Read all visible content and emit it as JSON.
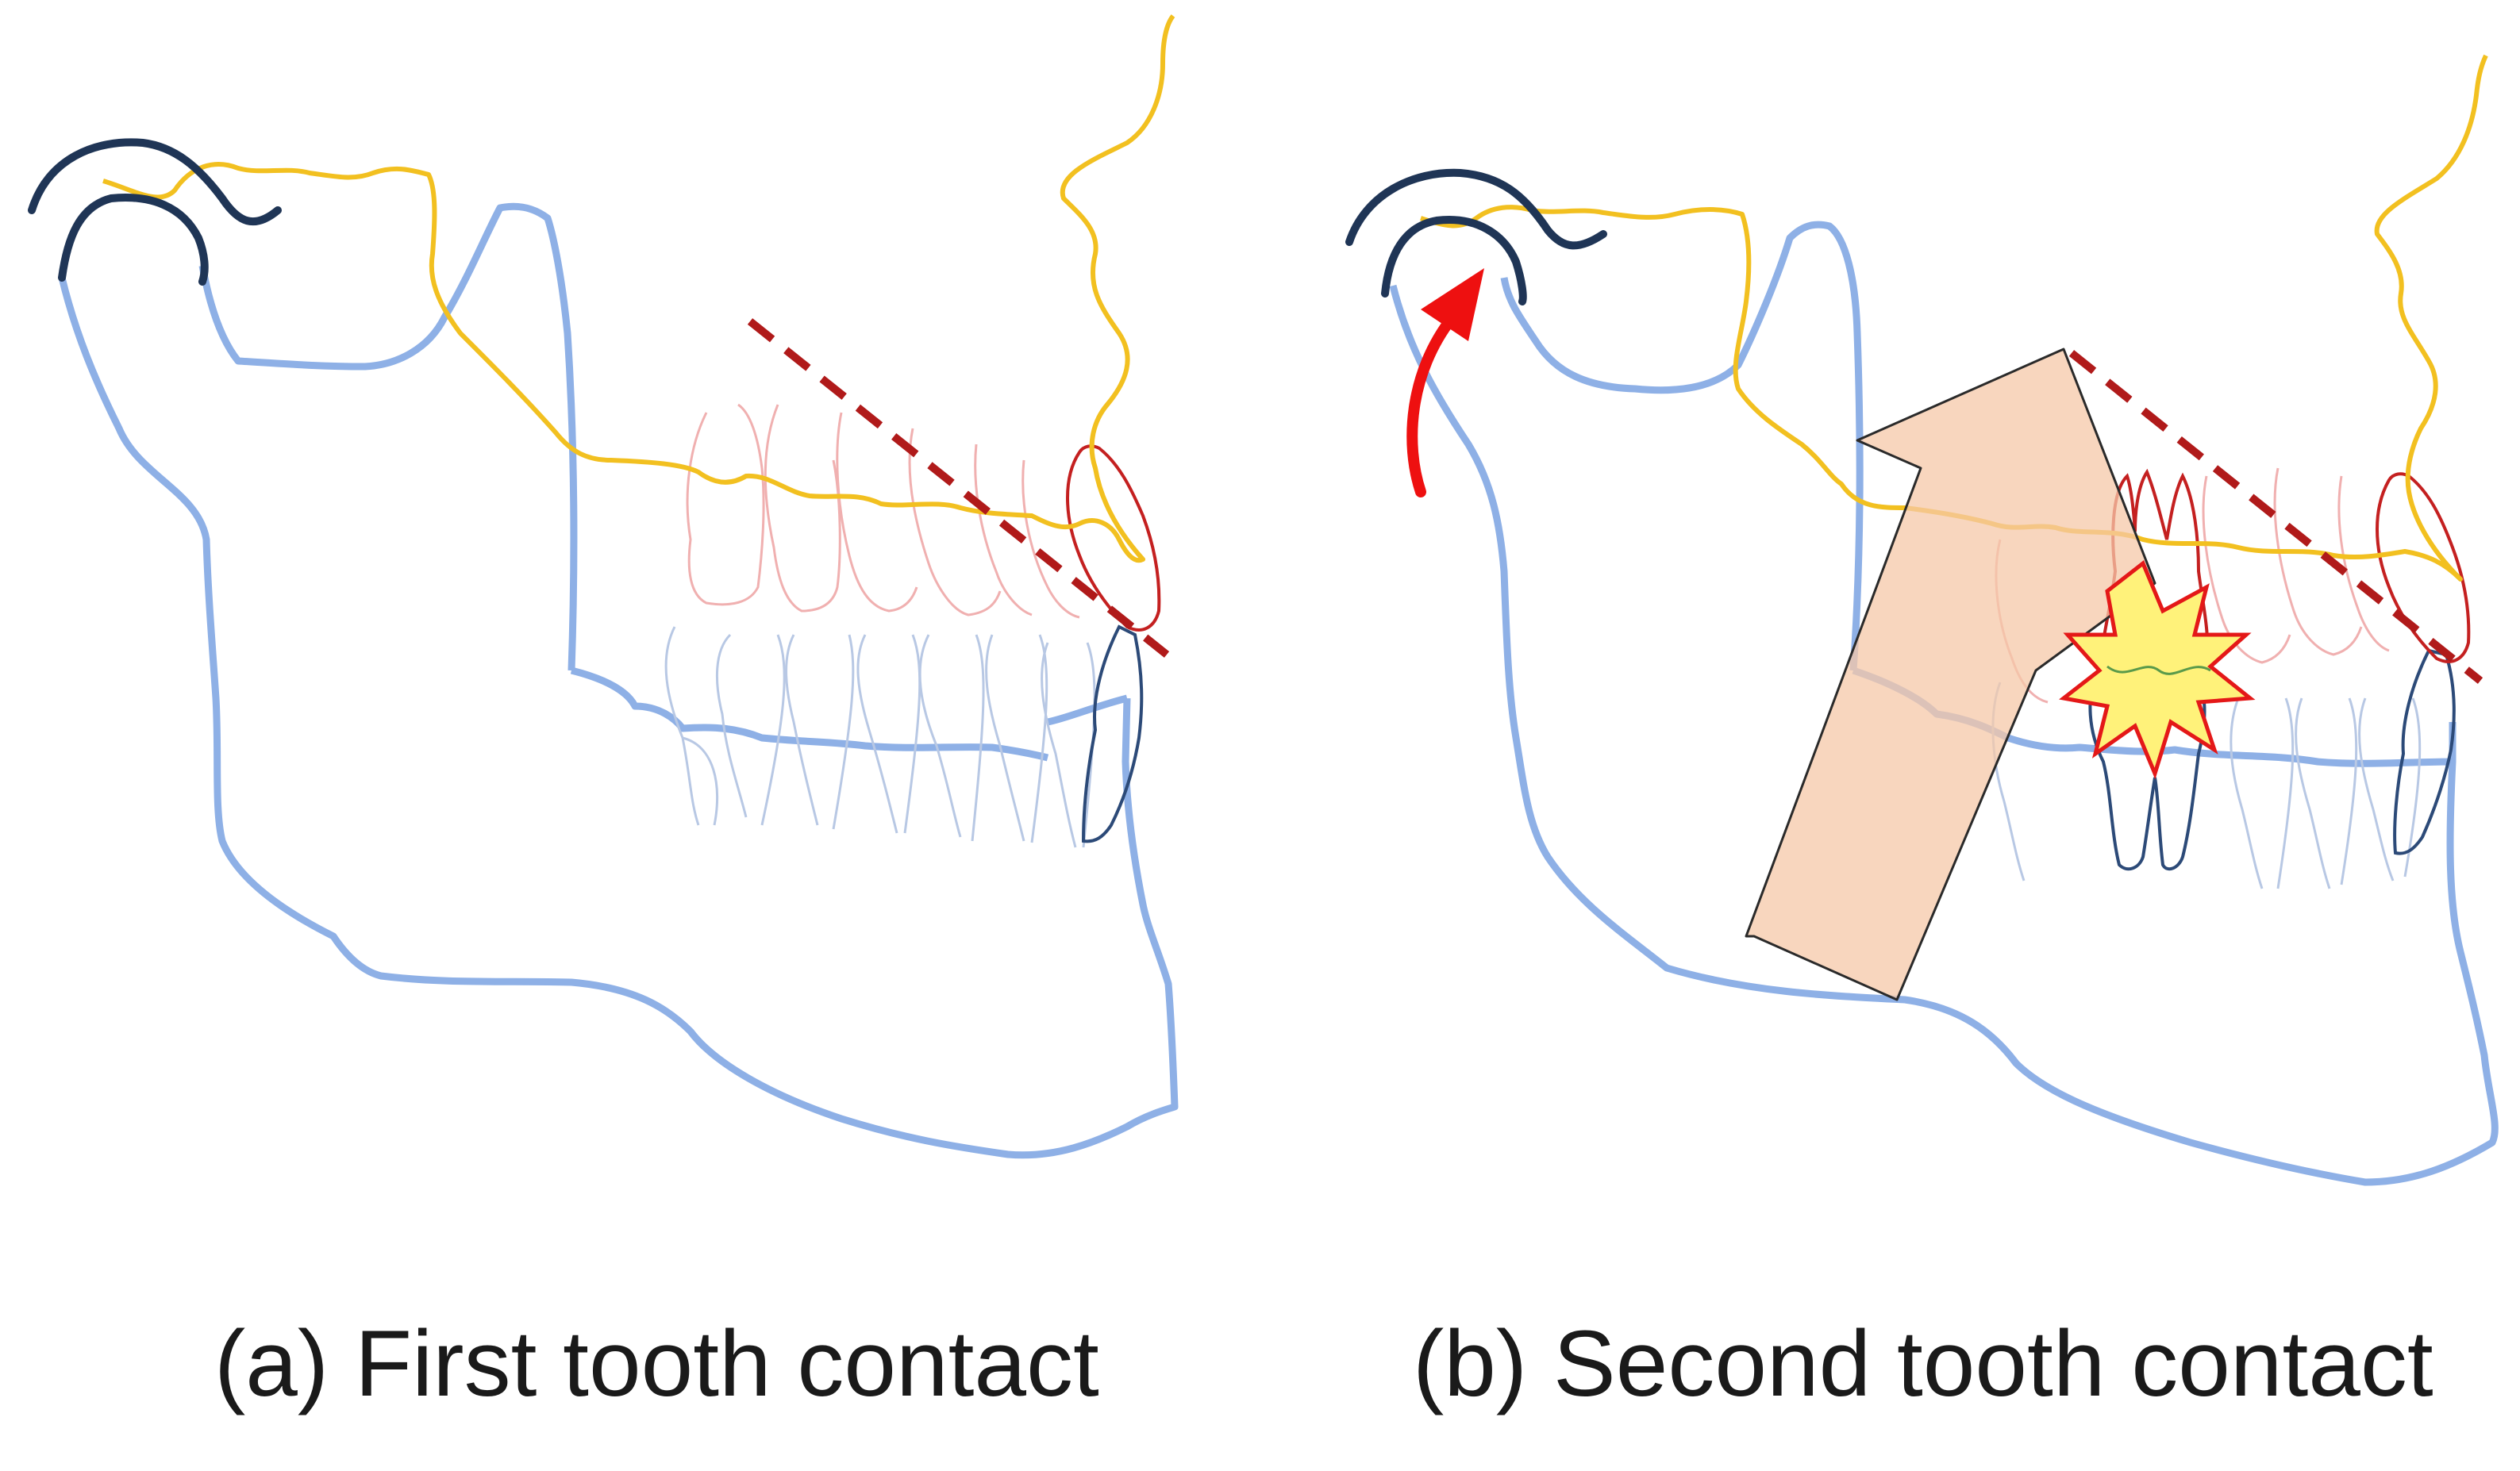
{
  "panels": [
    {
      "id": "a",
      "caption": "(a) First tooth contact"
    },
    {
      "id": "b",
      "caption": "(b) Second tooth contact"
    }
  ],
  "colors": {
    "mandible": "#8eb0e6",
    "maxilla": "#f2c020",
    "condyle_fossa": "#1f3556",
    "occlusal_line": "#b01a1a",
    "upper_teeth": "#f0b0b0",
    "upper_incisor": "#c42020",
    "lower_teeth": "#b8c8e4",
    "lower_incisor": "#2c4a78",
    "rotation_arrow": "#ee1010",
    "force_arrow_fill": "#f5c8a8",
    "force_arrow_stroke": "#2a2a2a",
    "contact_burst_fill": "#fff27a",
    "contact_burst_stroke": "#e41818"
  },
  "icons": {
    "rotation": "curved-arrow-icon",
    "force": "bent-arrow-icon",
    "contact": "burst-star-icon"
  }
}
